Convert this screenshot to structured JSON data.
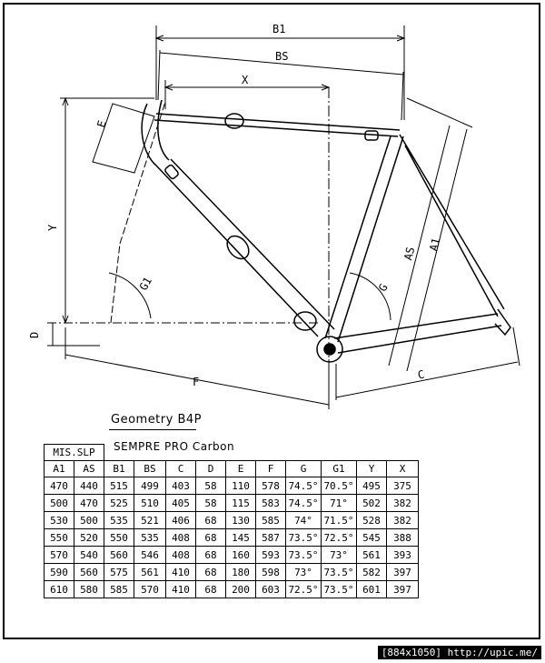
{
  "dims": {
    "B1": "B1",
    "BS": "BS",
    "X": "X",
    "E": "E",
    "Y": "Y",
    "D": "D",
    "G1": "G1",
    "F": "F",
    "G": "G",
    "AS": "AS",
    "A1": "A1",
    "C": "C"
  },
  "title": "Geometry B4P",
  "subtitle": "SEMPRE PRO Carbon",
  "table": {
    "group_header": "MIS.SLP",
    "columns": [
      "A1",
      "AS",
      "B1",
      "BS",
      "C",
      "D",
      "E",
      "F",
      "G",
      "G1",
      "Y",
      "X"
    ],
    "rows": [
      [
        "470",
        "440",
        "515",
        "499",
        "403",
        "58",
        "110",
        "578",
        "74.5°",
        "70.5°",
        "495",
        "375"
      ],
      [
        "500",
        "470",
        "525",
        "510",
        "405",
        "58",
        "115",
        "583",
        "74.5°",
        "71°",
        "502",
        "382"
      ],
      [
        "530",
        "500",
        "535",
        "521",
        "406",
        "68",
        "130",
        "585",
        "74°",
        "71.5°",
        "528",
        "382"
      ],
      [
        "550",
        "520",
        "550",
        "535",
        "408",
        "68",
        "145",
        "587",
        "73.5°",
        "72.5°",
        "545",
        "388"
      ],
      [
        "570",
        "540",
        "560",
        "546",
        "408",
        "68",
        "160",
        "593",
        "73.5°",
        "73°",
        "561",
        "393"
      ],
      [
        "590",
        "560",
        "575",
        "561",
        "410",
        "68",
        "180",
        "598",
        "73°",
        "73.5°",
        "582",
        "397"
      ],
      [
        "610",
        "580",
        "585",
        "570",
        "410",
        "68",
        "200",
        "603",
        "72.5°",
        "73.5°",
        "601",
        "397"
      ]
    ]
  },
  "footer": "[884x1050] http://upic.me/"
}
